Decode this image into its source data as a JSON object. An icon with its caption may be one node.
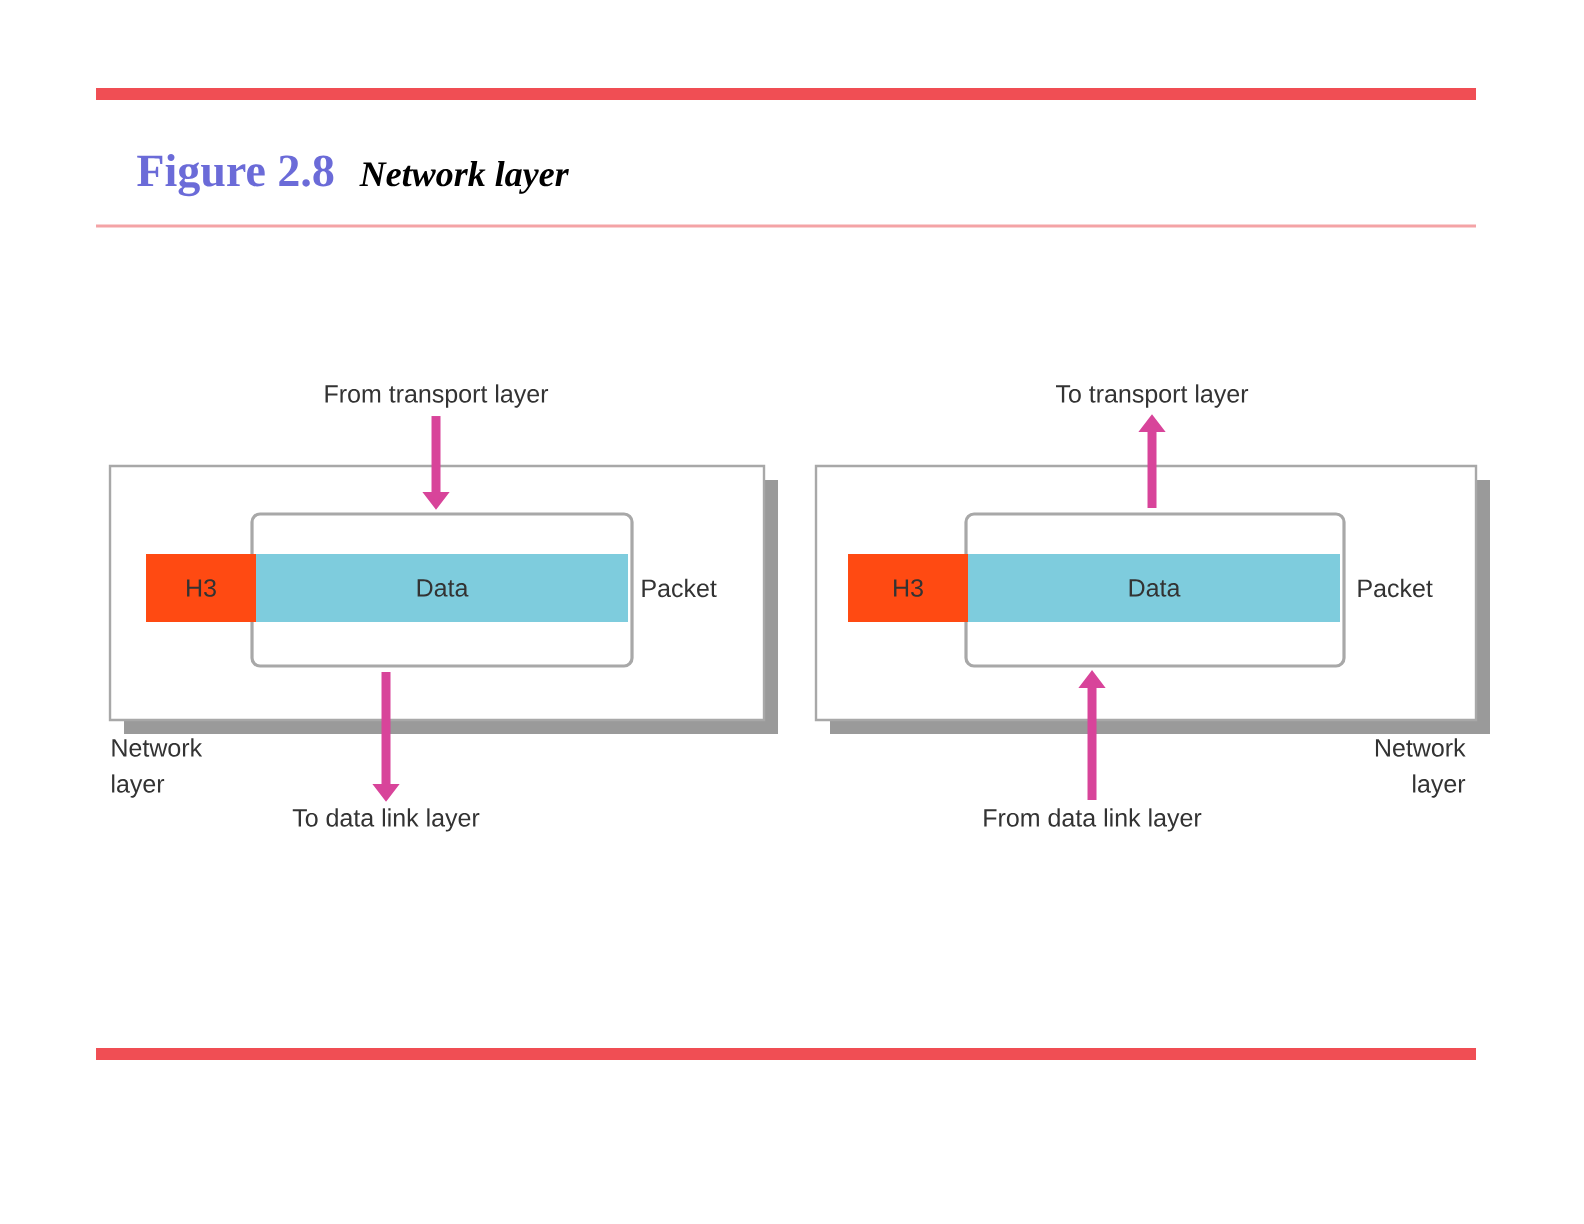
{
  "diagram": {
    "title": "Figure 2.8",
    "caption": "Network layer",
    "nodes": [
      {
        "text": [
          "From transport layer"
        ]
      },
      {
        "text": [
          "Network layer"
        ]
      },
      {
        "text": [],
        "shape": "box",
        "in": 1
      },
      {
        "text": [
          "H3"
        ],
        "in": 1
      },
      {
        "text": [
          "Data"
        ],
        "in": 2
      },
      {
        "text": [
          "To data link layer"
        ]
      },
      {
        "text": [
          "To transport layer"
        ]
      },
      {
        "text": [
          "Network layer"
        ]
      },
      {
        "text": [],
        "shape": "box",
        "in": 7
      },
      {
        "text": [
          "H3"
        ],
        "in": 7
      },
      {
        "text": [
          "Data"
        ],
        "in": 8
      },
      {
        "text": [
          "From data link layer"
        ]
      }
    ],
    "edges": [
      {
        "from": 0,
        "to": 2,
        "arrow": "to"
      },
      {
        "from": 2,
        "to": 5,
        "arrow": "to"
      },
      {
        "from": 8,
        "to": 6,
        "arrow": "to"
      },
      {
        "from": 11,
        "to": 8,
        "arrow": "to"
      }
    ],
    "labels": [
      "Packet",
      "Packet"
    ]
  }
}
